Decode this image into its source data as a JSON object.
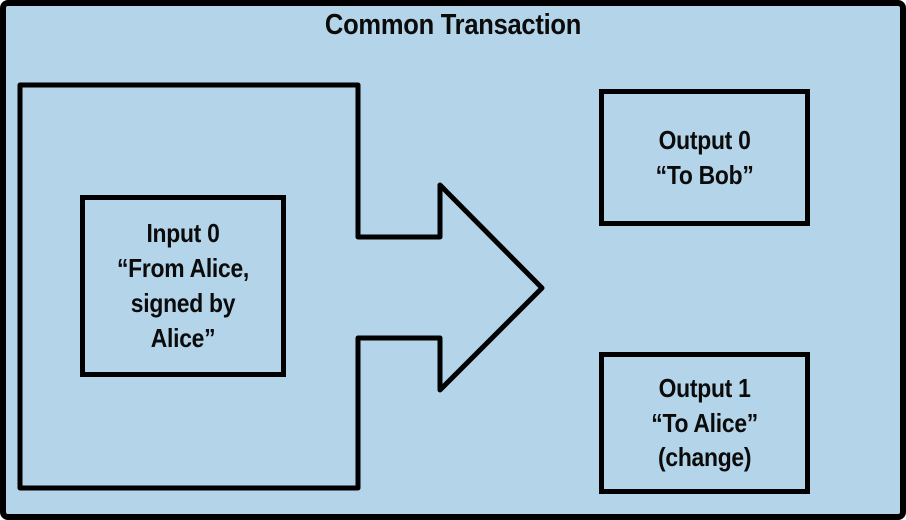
{
  "diagram": {
    "title": "Common Transaction",
    "background_color": "#b4d5e9",
    "line_color": "#000000"
  },
  "input": {
    "label": "Input 0\n“From Alice,\nsigned by\nAlice”"
  },
  "outputs": [
    {
      "label": "Output 0\n“To Bob”"
    },
    {
      "label": "Output 1\n“To Alice”\n(change)"
    }
  ]
}
